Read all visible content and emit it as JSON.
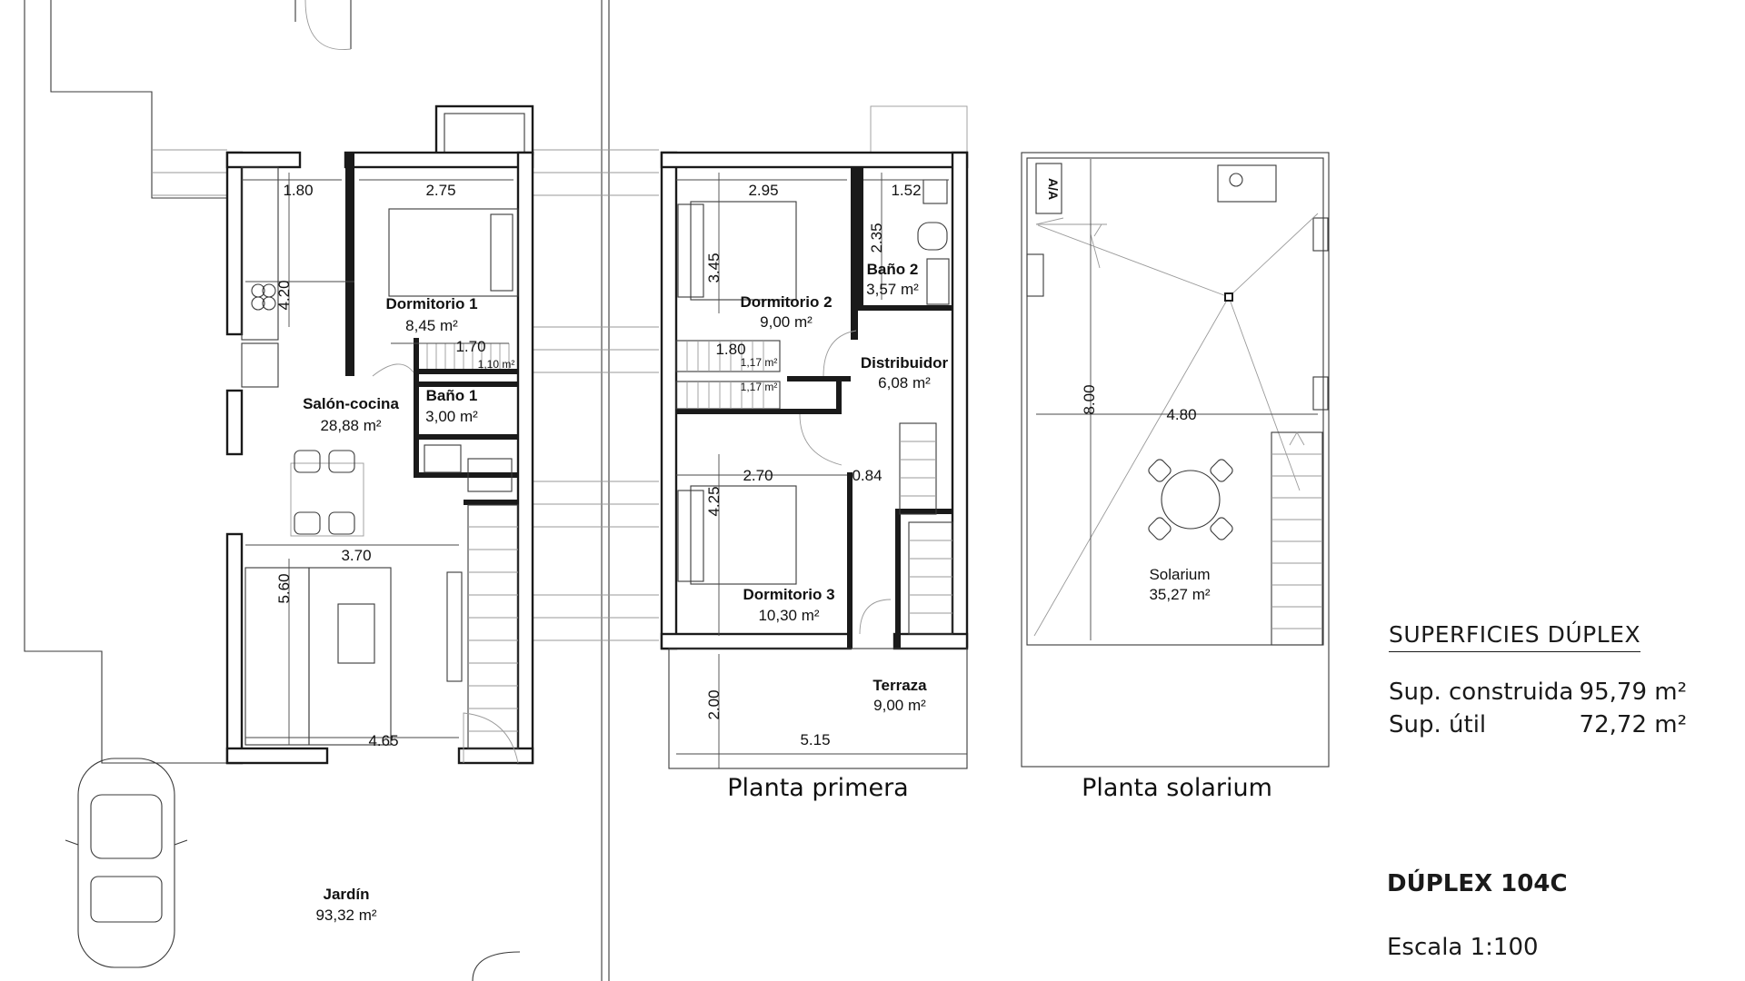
{
  "plans": {
    "ground": {
      "rooms": {
        "dormitorio1": {
          "name": "Dormitorio 1",
          "area": "8,45 m²"
        },
        "salon": {
          "name": "Salón-cocina",
          "area": "28,88 m²"
        },
        "bano1": {
          "name": "Baño 1",
          "area": "3,00 m²"
        },
        "closet1": {
          "area": "1,10 m²"
        },
        "jardin": {
          "name": "Jardín",
          "area": "93,32 m²"
        }
      },
      "dimensions": [
        "1.80",
        "2.75",
        "4.20",
        "1.70",
        "3.70",
        "5.60",
        "4.65"
      ]
    },
    "first": {
      "title": "Planta primera",
      "rooms": {
        "dormitorio2": {
          "name": "Dormitorio 2",
          "area": "9,00 m²"
        },
        "bano2": {
          "name": "Baño 2",
          "area": "3,57 m²"
        },
        "distribuidor": {
          "name": "Distribuidor",
          "area": "6,08 m²"
        },
        "closet2": {
          "area": "1,17 m²"
        },
        "closet3": {
          "area": "1,17 m²"
        },
        "dormitorio3": {
          "name": "Dormitorio 3",
          "area": "10,30 m²"
        },
        "terraza": {
          "name": "Terraza",
          "area": "9,00 m²"
        }
      },
      "dimensions": [
        "2.95",
        "1.52",
        "2.35",
        "3.45",
        "1.80",
        "2.70",
        "0.84",
        "4.25",
        "2.00",
        "5.15"
      ]
    },
    "solarium": {
      "title": "Planta solarium",
      "rooms": {
        "solarium": {
          "name": "Solarium",
          "area": "35,27 m²"
        }
      },
      "aa_label": "A/A",
      "dimensions": [
        "8.00",
        "4.80"
      ]
    }
  },
  "summary": {
    "heading": "SUPERFICIES DÚPLEX",
    "rows": [
      {
        "label": "Sup. construida",
        "value": "95,79 m²"
      },
      {
        "label": "Sup. útil",
        "value": "72,72 m²"
      }
    ]
  },
  "model_code": "DÚPLEX 104C",
  "scale": "Escala 1:100"
}
